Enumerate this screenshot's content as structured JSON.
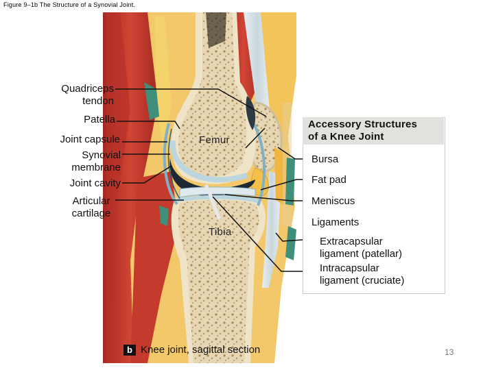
{
  "figure_caption": "Figure 9–1b The Structure of a Synovial Joint.",
  "structures": {
    "bones": {
      "femur": "Femur",
      "tibia": "Tibia"
    },
    "left_labels": {
      "quadriceps_tendon": "Quadriceps\ntendon",
      "patella": "Patella",
      "joint_capsule": "Joint capsule",
      "synovial_membrane": "Synovial\nmembrane",
      "joint_cavity": "Joint cavity",
      "articular_cartilage": "Articular\ncartilage"
    }
  },
  "accessory_panel": {
    "title": "Accessory Structures\nof a Knee Joint",
    "items": {
      "bursa": "Bursa",
      "fat_pad": "Fat pad",
      "meniscus": "Meniscus",
      "ligaments": "Ligaments",
      "extracapsular": "Extracapsular\nligament (patellar)",
      "intracapsular": "Intracapsular\nligament (cruciate)"
    }
  },
  "footer": {
    "badge": "b",
    "text": "Knee joint, sagittal section",
    "page_number": "13"
  },
  "colors": {
    "muscle": "#c8372d",
    "muscle_dark": "#8e1f18",
    "fat": "#f2c24a",
    "bone_outer": "#e9dcc0",
    "marrow": "#d9c296",
    "cartilage": "#bcd6e0",
    "capsule": "#7fb0c8",
    "cavity": "#1d2a35",
    "skin": "#f1c9a6",
    "panel_header": "#e3e1dd"
  }
}
